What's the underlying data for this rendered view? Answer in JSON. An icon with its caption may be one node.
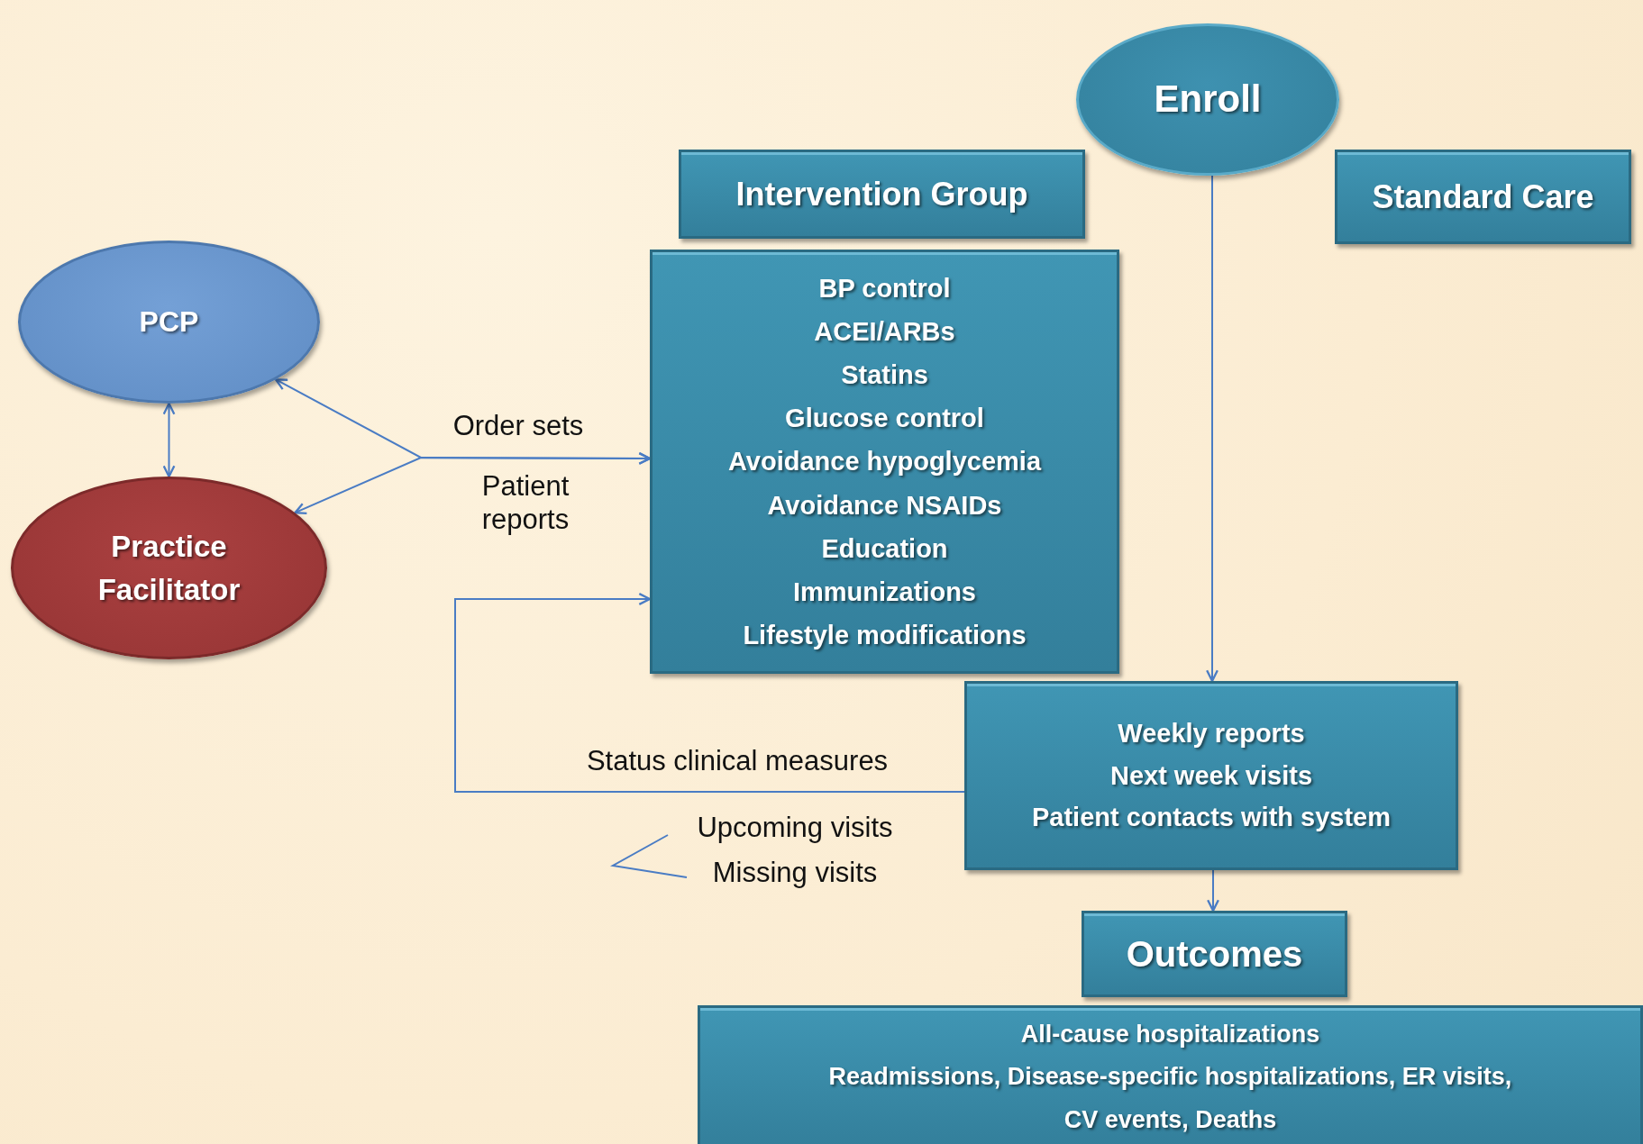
{
  "diagram": {
    "nodes": [
      {
        "text": [
          "Enroll"
        ]
      },
      {
        "text": [
          "Intervention Group"
        ]
      },
      {
        "text": [
          "Standard Care"
        ]
      },
      {
        "text": [
          "PCP"
        ]
      },
      {
        "text": [
          "Practice Facilitator"
        ]
      },
      {
        "text": [
          "BP control",
          "ACEI/ARBs",
          "Statins",
          "Glucose control",
          "Avoidance hypoglycemia",
          "Avoidance NSAIDs",
          "Education",
          "Immunizations",
          "Lifestyle modifications"
        ]
      },
      {
        "text": [
          "Weekly reports",
          "Next week visits",
          "Patient contacts with system"
        ]
      },
      {
        "text": [
          "Outcomes"
        ]
      },
      {
        "text": [
          "All-cause hospitalizations",
          "Readmissions, Disease-specific  hospitalizations,  ER visits,",
          "CV events,  Deaths"
        ]
      }
    ],
    "edges": [
      {
        "from": 3,
        "to": 4,
        "arrow": "both"
      },
      {
        "from": 3,
        "to": 5,
        "arrow": "both"
      },
      {
        "from": 4,
        "to": 5,
        "arrow": "both"
      },
      {
        "from": 0,
        "to": 6,
        "arrow": "to"
      },
      {
        "from": 6,
        "to": 7,
        "arrow": "to"
      },
      {
        "from": 6,
        "to": 5,
        "arrow": "to",
        "label": "Status clinical measures"
      }
    ],
    "labels": [
      "Order sets",
      "Patient reports",
      "Upcoming visits",
      "Missing visits"
    ]
  }
}
